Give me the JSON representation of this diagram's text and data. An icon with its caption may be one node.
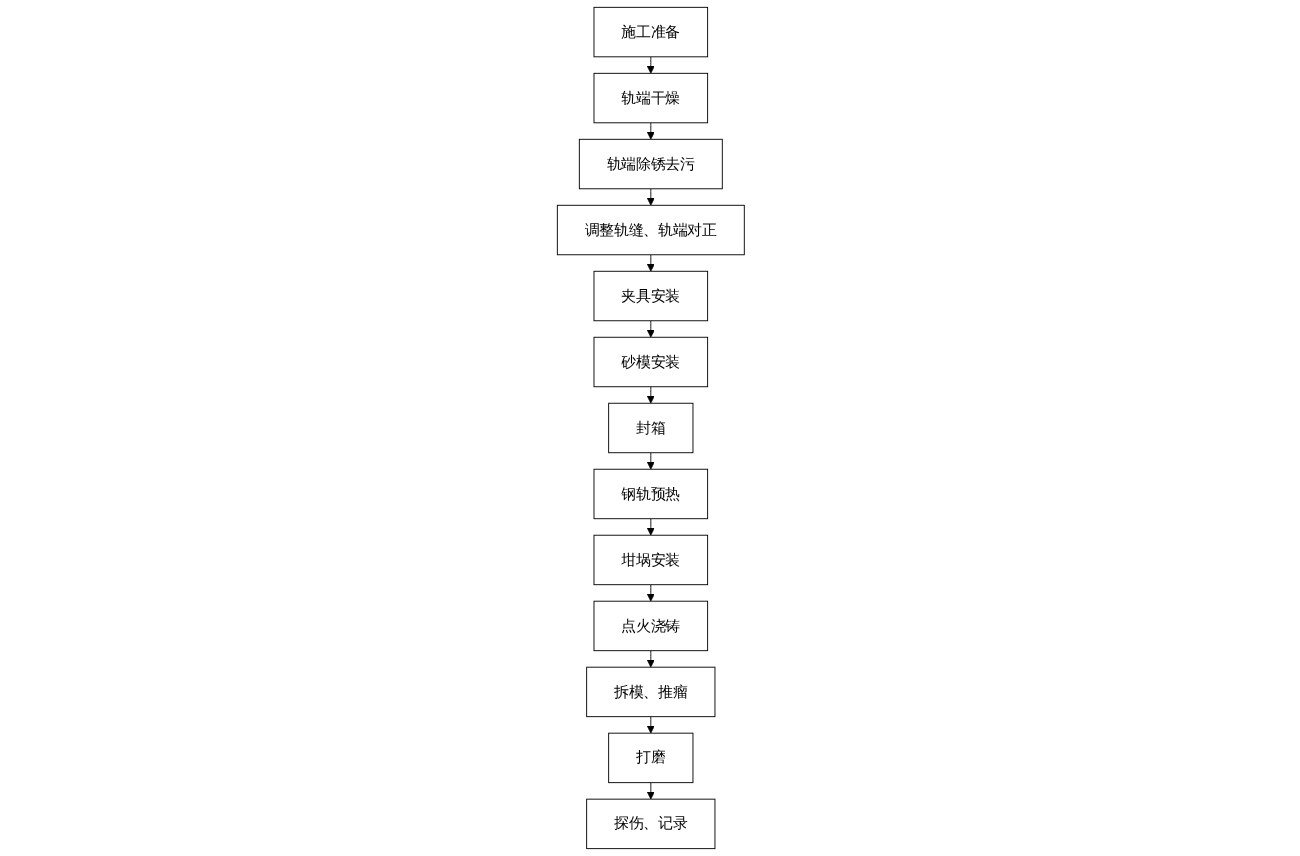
{
  "diagram": {
    "nodes": [
      {
        "text": [
          "施工准备"
        ]
      },
      {
        "text": [
          "轨端干燥"
        ]
      },
      {
        "text": [
          "轨端除锈去污"
        ]
      },
      {
        "text": [
          "调整轨缝、轨端对正"
        ]
      },
      {
        "text": [
          "夹具安装"
        ]
      },
      {
        "text": [
          "砂模安装"
        ]
      },
      {
        "text": [
          "封箱"
        ]
      },
      {
        "text": [
          "钢轨预热"
        ]
      },
      {
        "text": [
          "坩埚安装"
        ]
      },
      {
        "text": [
          "点火浇铸"
        ]
      },
      {
        "text": [
          "拆模、推瘤"
        ]
      },
      {
        "text": [
          "打磨"
        ]
      },
      {
        "text": [
          "探伤、记录"
        ]
      }
    ],
    "edges": [
      {
        "from": 0,
        "to": 1,
        "arrow": "to"
      },
      {
        "from": 1,
        "to": 2,
        "arrow": "to"
      },
      {
        "from": 2,
        "to": 3,
        "arrow": "to"
      },
      {
        "from": 3,
        "to": 4,
        "arrow": "to"
      },
      {
        "from": 4,
        "to": 5,
        "arrow": "to"
      },
      {
        "from": 5,
        "to": 6,
        "arrow": "to"
      },
      {
        "from": 6,
        "to": 7,
        "arrow": "to"
      },
      {
        "from": 7,
        "to": 8,
        "arrow": "to"
      },
      {
        "from": 8,
        "to": 9,
        "arrow": "to"
      },
      {
        "from": 9,
        "to": 10,
        "arrow": "to"
      },
      {
        "from": 10,
        "to": 11,
        "arrow": "to"
      },
      {
        "from": 11,
        "to": 12,
        "arrow": "to"
      }
    ]
  }
}
